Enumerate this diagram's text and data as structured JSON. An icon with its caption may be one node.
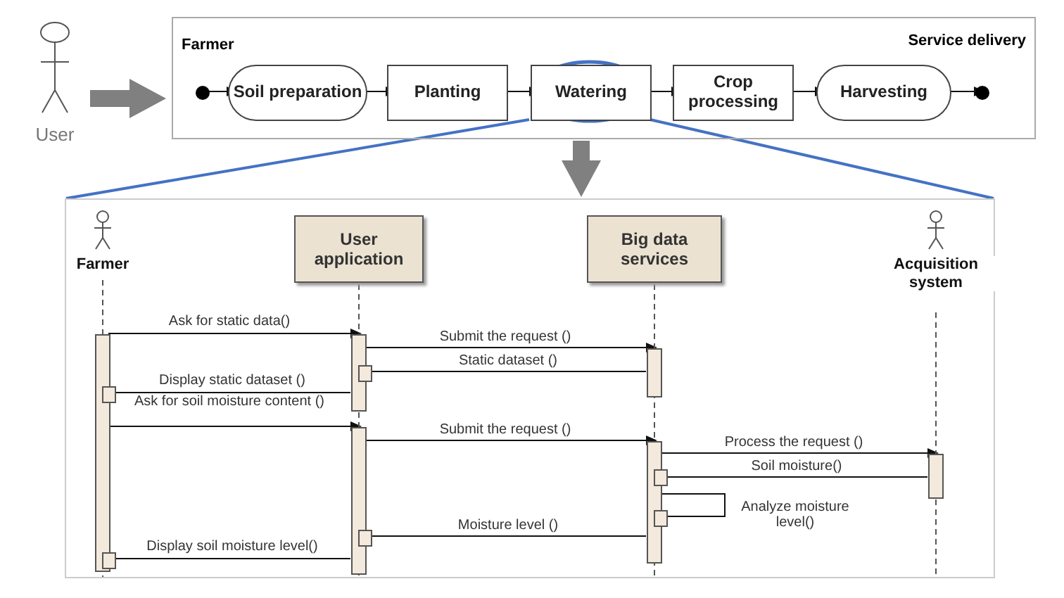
{
  "diagram": {
    "nodes": [
      {
        "text": [
          "User"
        ]
      },
      {
        "text": [
          "Farmer",
          "Service delivery"
        ]
      },
      {
        "text": [],
        "shape": "circle",
        "in": 1
      },
      {
        "text": [
          "Soil preparation"
        ],
        "in": 1
      },
      {
        "text": [
          "Planting"
        ],
        "in": 1
      },
      {
        "text": [
          "Watering"
        ],
        "in": 1
      },
      {
        "text": [
          "Crop processing"
        ],
        "in": 1
      },
      {
        "text": [
          "Harvesting"
        ],
        "in": 1
      },
      {
        "text": [],
        "shape": "circle",
        "in": 1
      },
      {
        "text": [],
        "shape": "box"
      },
      {
        "text": [
          "Farmer"
        ],
        "in": 9
      },
      {
        "text": [
          "User application"
        ],
        "in": 9
      },
      {
        "text": [
          "Big data services"
        ],
        "in": 9
      },
      {
        "text": [
          "Acquisition system"
        ],
        "in": 9
      }
    ],
    "edges": [
      {
        "from": 0,
        "to": 1,
        "arrow": "to",
        "style": "thick",
        "color": "#808080"
      },
      {
        "from": 2,
        "to": 3,
        "arrow": "to"
      },
      {
        "from": 3,
        "to": 4,
        "arrow": "to"
      },
      {
        "from": 4,
        "to": 5,
        "arrow": "to"
      },
      {
        "from": 5,
        "to": 6,
        "arrow": "to"
      },
      {
        "from": 6,
        "to": 7,
        "arrow": "to"
      },
      {
        "from": 7,
        "to": 8,
        "arrow": "to"
      },
      {
        "from": 1,
        "to": 9,
        "arrow": "to",
        "style": "thick",
        "color": "#808080"
      },
      {
        "from": 5,
        "to": 9,
        "arrow": "none",
        "color": "#4472c4"
      },
      {
        "from": 5,
        "to": 9,
        "arrow": "none",
        "color": "#4472c4"
      },
      {
        "from": 10,
        "to": 11,
        "arrow": "to",
        "label": "Ask for static data()"
      },
      {
        "from": 11,
        "to": 12,
        "arrow": "to",
        "label": "Submit the request ()"
      },
      {
        "from": 12,
        "to": 11,
        "arrow": "to",
        "label": "Static dataset ()"
      },
      {
        "from": 11,
        "to": 10,
        "arrow": "to",
        "label": "Display static dataset ()"
      },
      {
        "from": 10,
        "to": 11,
        "arrow": "to",
        "label": "Ask for soil moisture content ()"
      },
      {
        "from": 11,
        "to": 12,
        "arrow": "to",
        "label": "Submit the request ()"
      },
      {
        "from": 12,
        "to": 13,
        "arrow": "to",
        "label": "Process the request ()"
      },
      {
        "from": 13,
        "to": 12,
        "arrow": "to",
        "label": "Soil moisture()"
      },
      {
        "from": 12,
        "to": 12,
        "arrow": "to",
        "label": "Analyze moisture level()"
      },
      {
        "from": 12,
        "to": 11,
        "arrow": "to",
        "label": "Moisture level ()"
      },
      {
        "from": 11,
        "to": 10,
        "arrow": "to",
        "label": "Display soil moisture level()"
      }
    ]
  }
}
